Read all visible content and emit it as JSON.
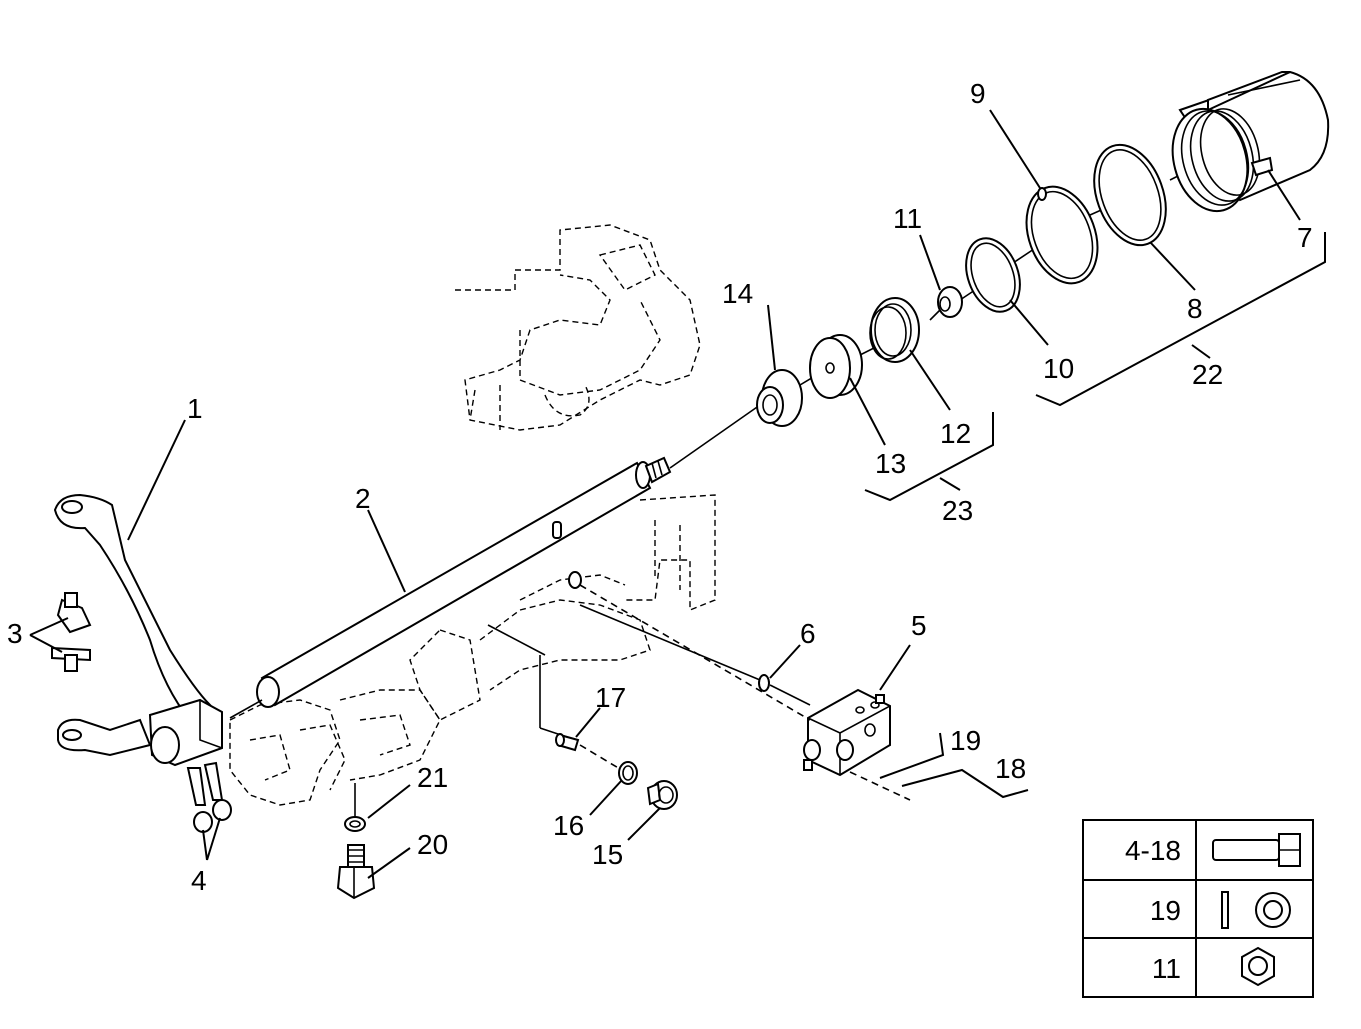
{
  "callouts": {
    "c1": "1",
    "c2": "2",
    "c3": "3",
    "c4": "4",
    "c5": "5",
    "c6": "6",
    "c7": "7",
    "c8": "8",
    "c9": "9",
    "c10": "10",
    "c11": "11",
    "c12": "12",
    "c13": "13",
    "c14": "14",
    "c15": "15",
    "c16": "16",
    "c17": "17",
    "c18": "18",
    "c19": "19",
    "c20": "20",
    "c21": "21",
    "c22": "22",
    "c23": "23"
  },
  "legend": {
    "rows": [
      {
        "label": "4-18",
        "icon": "bolt-icon"
      },
      {
        "label": "19",
        "icon": "pin-and-washer-icon"
      },
      {
        "label": "11",
        "icon": "hex-nut-icon"
      }
    ]
  }
}
